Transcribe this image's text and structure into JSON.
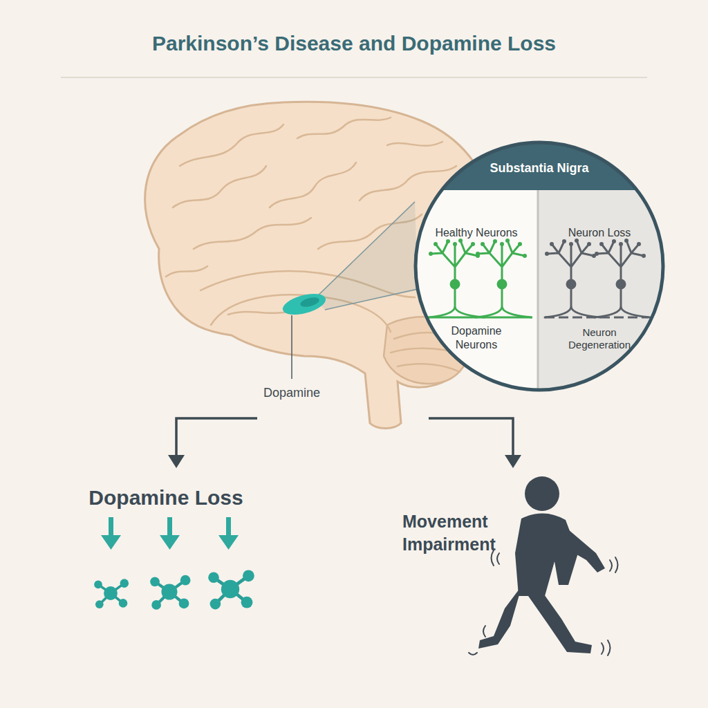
{
  "diagram": {
    "title": "Parkinson’s Disease and Dopamine Loss",
    "nodes": [
      {
        "text": [
          "Substantia Nigra"
        ]
      },
      {
        "text": [
          "Healthy Neurons",
          "Dopamine Neurons"
        ],
        "in": 0
      },
      {
        "text": [
          "Neuron Loss",
          "Neuron Degeneration"
        ],
        "in": 0
      }
    ],
    "labels": [
      "Dopamine",
      "Dopamine Loss",
      "Movement Impairment"
    ]
  }
}
